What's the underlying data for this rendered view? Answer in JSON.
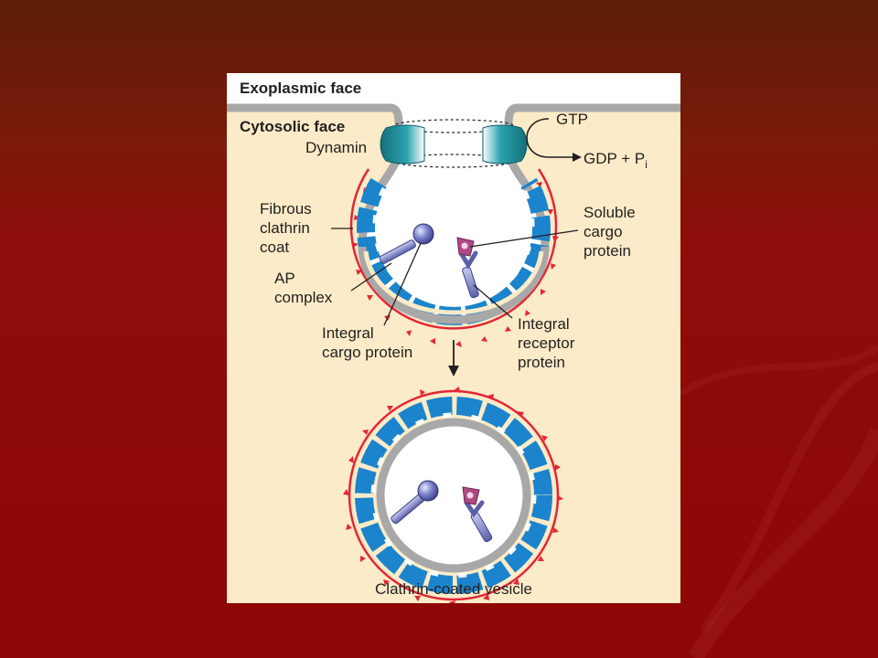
{
  "labels": {
    "exoplasmic_face": "Exoplasmic face",
    "cytosolic_face": "Cytosolic face",
    "dynamin": "Dynamin",
    "gtp": "GTP",
    "gdp": "GDP + P",
    "pi_subscript": "i",
    "fibrous_clathrin_coat": [
      "Fibrous",
      "clathrin",
      "coat"
    ],
    "soluble_cargo_protein": [
      "Soluble",
      "cargo",
      "protein"
    ],
    "ap_complex": [
      "AP",
      "complex"
    ],
    "integral_cargo_protein": [
      "Integral",
      "cargo protein"
    ],
    "integral_receptor_protein": [
      "Integral",
      "receptor",
      "protein"
    ],
    "caption": "Clathrin-coated vesicle"
  },
  "colors": {
    "background_top": "#5c1e08",
    "background_bottom": "#8e0606",
    "cytosol": "#fbebc8",
    "membrane": "#a8a8a8",
    "ap_complex": "#1b84cc",
    "clathrin": "#e32636",
    "dynamin": "#1f8f9c",
    "integral_cargo": "#7b82c9",
    "soluble_cargo": "#b04a85",
    "text": "#231f20"
  }
}
